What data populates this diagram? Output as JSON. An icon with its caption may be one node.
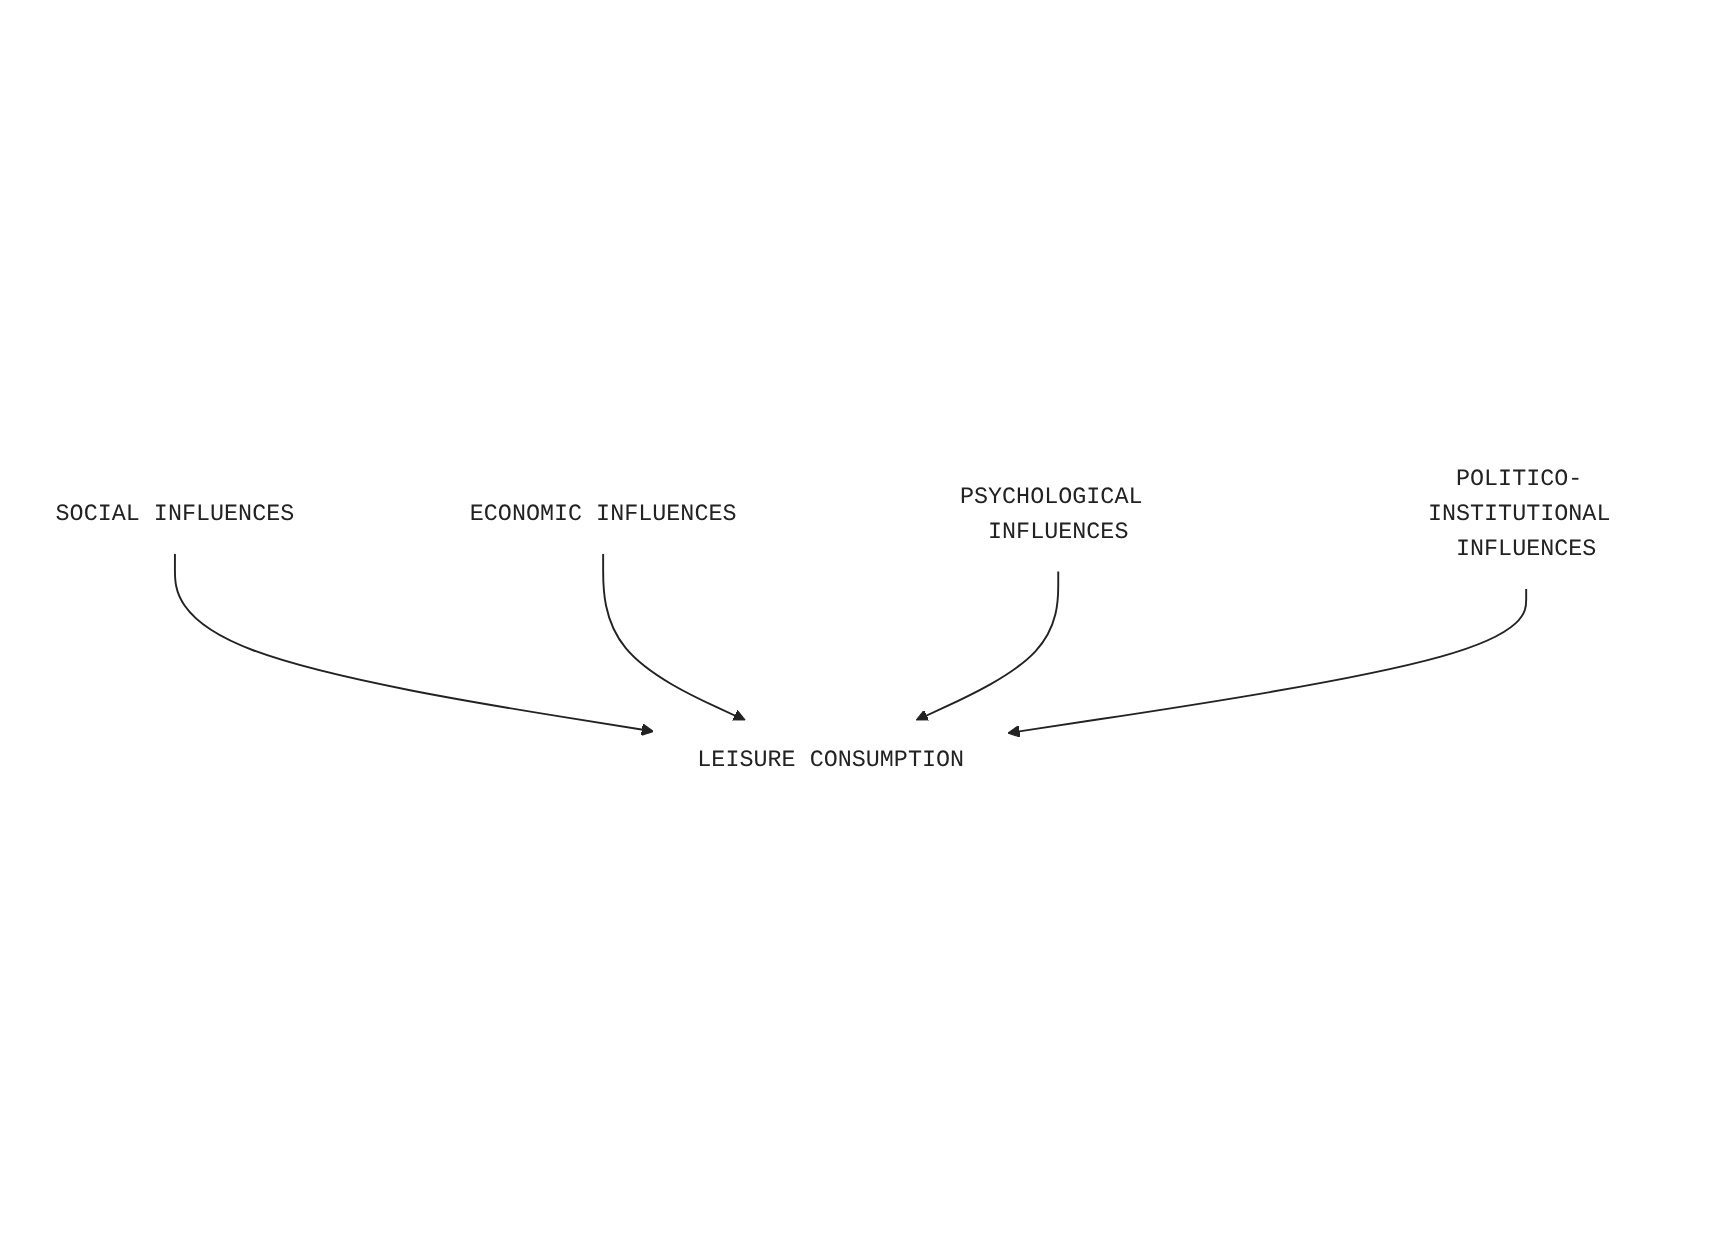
{
  "diagram": {
    "nodes": [
      {
        "text": [
          "SOCIAL INFLUENCES"
        ]
      },
      {
        "text": [
          "ECONOMIC INFLUENCES"
        ]
      },
      {
        "text": [
          "LEISURE CONSUMPTION"
        ]
      },
      {
        "text": [
          "PSYCHOLOGICAL INFLUENCES"
        ]
      },
      {
        "text": [
          "POLITICO- INSTITUTIONAL INFLUENCES"
        ]
      }
    ],
    "edges": [
      {
        "from": 0,
        "to": 2,
        "arrow": "to"
      },
      {
        "from": 1,
        "to": 2,
        "arrow": "to"
      },
      {
        "from": 3,
        "to": 2,
        "arrow": "to"
      },
      {
        "from": 4,
        "to": 2,
        "arrow": "to"
      }
    ]
  }
}
